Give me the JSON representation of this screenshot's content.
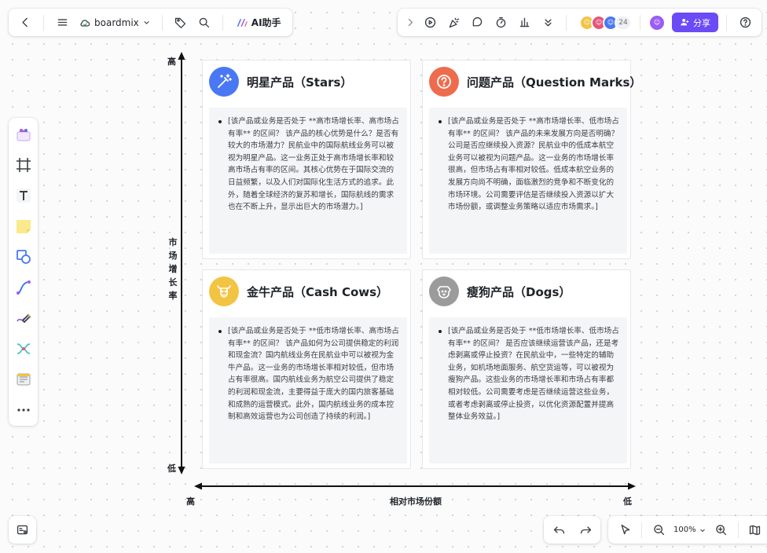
{
  "toolbar_left": {
    "brand": "boardmix",
    "ai_label": "AI助手"
  },
  "toolbar_right": {
    "collaborator_count": "24",
    "share_label": "分享"
  },
  "axes": {
    "y_high": "高",
    "y_low": "低",
    "y_label": "市场增长率",
    "x_high": "高",
    "x_low": "低",
    "x_label": "相对市场份额"
  },
  "quadrants": [
    {
      "title": "明星产品（Stars）",
      "icon": "wand-icon",
      "color": "#4a78f5",
      "text": "[该产品或业务是否处于 **高市场增长率、高市场占有率** 的区间？ 该产品的核心优势是什么？是否有较大的市场潜力？民航业中的国际航线业务可以被视为明星产品。这一业务正处于高市场增长率和较高市场占有率的区间。其核心优势在于国际交流的日益频繁，以及人们对国际化生活方式的追求。此外，随着全球经济的复苏和增长，国际航线的需求也在不断上升，显示出巨大的市场潜力。]"
    },
    {
      "title": "问题产品（Question Marks）",
      "icon": "question-icon",
      "color": "#ee6b4d",
      "text": "[该产品或业务是否处于 **高市场增长率、低市场占有率** 的区间？ 该产品的未来发展方向是否明确？公司是否应继续投入资源？民航业中的低成本航空业务可以被视为问题产品。这一业务的市场增长率很高，但市场占有率相对较低。低成本航空业务的发展方向尚不明确，面临激烈的竞争和不断变化的市场环境。公司需要评估是否继续投入资源以扩大市场份额，或调整业务策略以适应市场需求。]"
    },
    {
      "title": "金牛产品（Cash Cows）",
      "icon": "cow-icon",
      "color": "#f3c443",
      "text": "[该产品或业务是否处于 **低市场增长率、高市场占有率** 的区间？ 该产品如何为公司提供稳定的利润和现金流？国内航线业务在民航业中可以被视为金牛产品。这一业务的市场增长率相对较低，但市场占有率很高。国内航线业务为航空公司提供了稳定的利润和现金流，主要得益于庞大的国内旅客基础和成熟的运营模式。此外，国内航线业务的成本控制和高效运营也为公司创造了持续的利润。]"
    },
    {
      "title": "瘦狗产品（Dogs）",
      "icon": "dog-icon",
      "color": "#9b9b9b",
      "text": "[该产品或业务是否处于 **低市场增长率、低市场占有率** 的区间？ 是否应该继续运营该产品，还是考虑剥离或停止投资？在民航业中，一些特定的辅助业务，如机场地面服务、航空货运等，可以被视为瘦狗产品。这些业务的市场增长率和市场占有率都相对较低。公司需要考虑是否继续运营这些业务，或者考虑剥离或停止投资，以优化资源配置并提高整体业务效益。]"
    }
  ],
  "zoom": {
    "level": "100%"
  }
}
